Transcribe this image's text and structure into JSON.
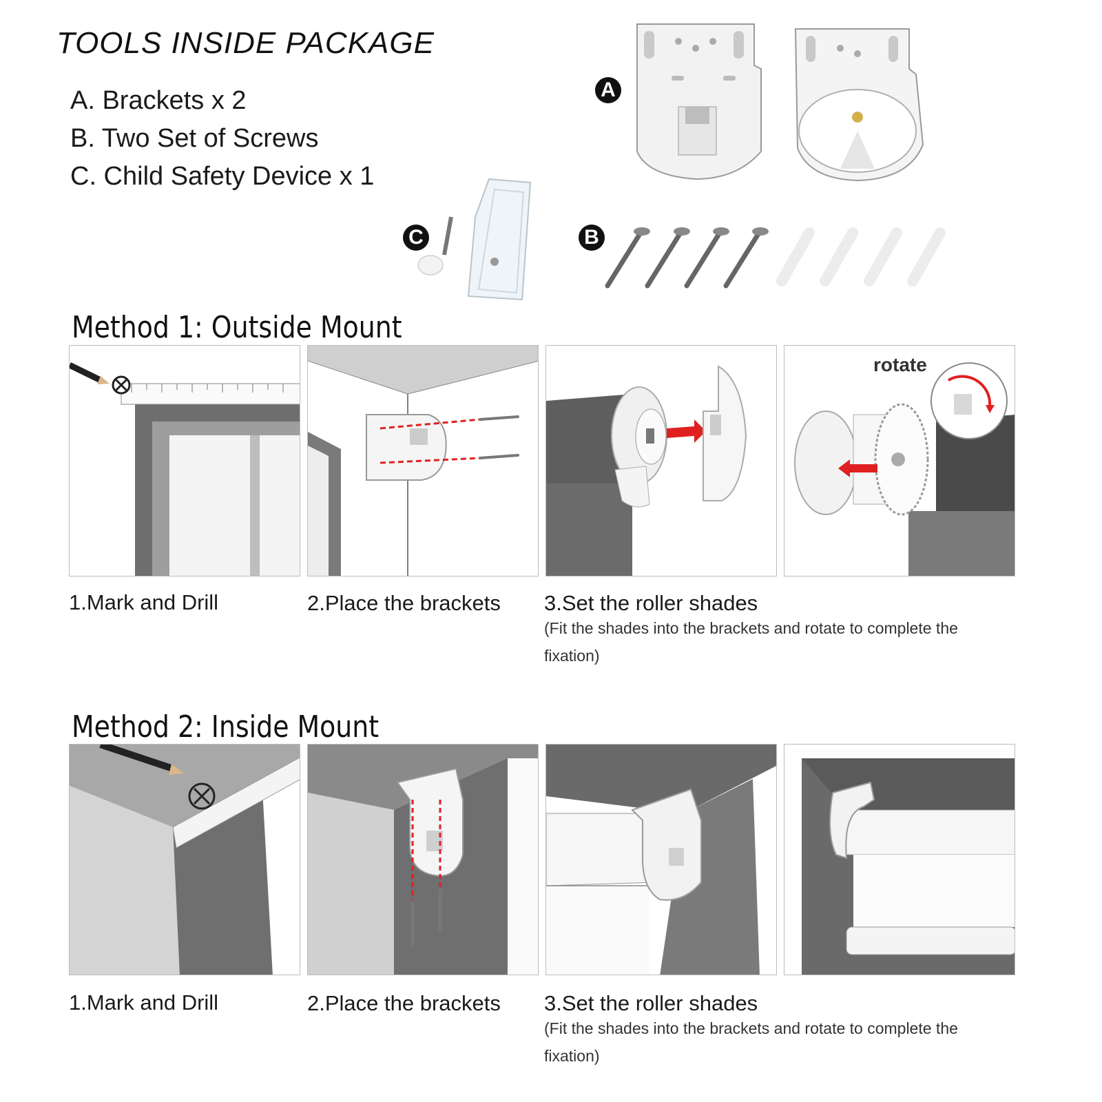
{
  "package": {
    "title": "TOOLS INSIDE PACKAGE",
    "items": [
      "A. Brackets x 2",
      "B. Two Set of Screws",
      "C. Child Safety Device x 1"
    ],
    "badges": {
      "a": "A",
      "b": "B",
      "c": "C"
    }
  },
  "method1": {
    "title": "Method 1: Outside Mount",
    "steps": [
      {
        "label": "1.Mark and Drill"
      },
      {
        "label": "2.Place the brackets"
      },
      {
        "label": "3.Set the roller shades",
        "note": "(Fit the shades into the brackets and rotate to complete the fixation)"
      }
    ],
    "rotate_label": "rotate"
  },
  "method2": {
    "title": "Method 2: Inside Mount",
    "steps": [
      {
        "label": "1.Mark and Drill"
      },
      {
        "label": "2.Place the brackets"
      },
      {
        "label": "3.Set the roller shades",
        "note": "(Fit the shades into the brackets and rotate to complete the fixation)"
      }
    ]
  },
  "colors": {
    "arrow_red": "#e02020",
    "wall_gray": "#6b6b6b",
    "dark_gray": "#555555",
    "light_gray": "#c8c8c8"
  }
}
